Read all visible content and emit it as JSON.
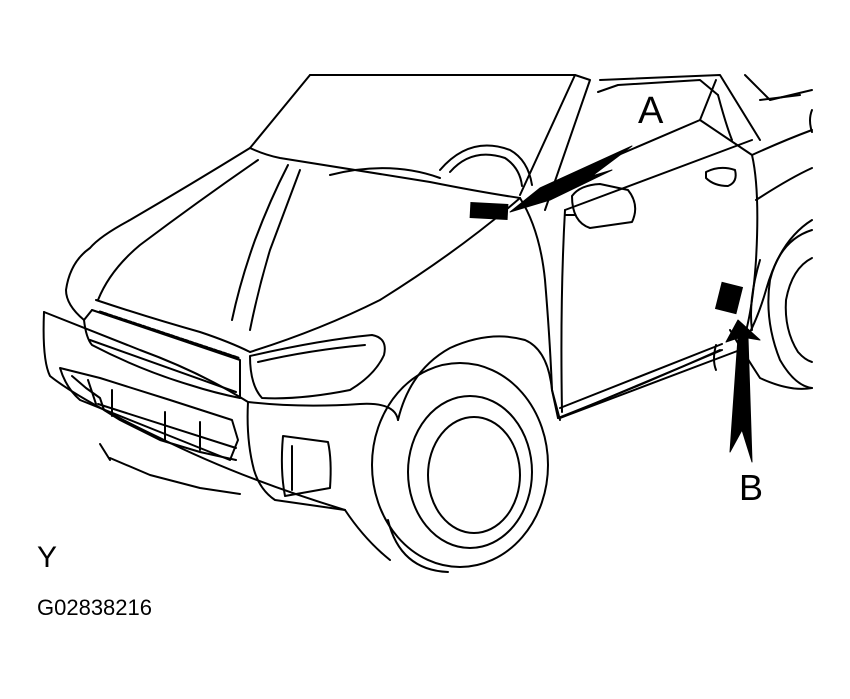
{
  "callouts": {
    "a": "A",
    "b": "B"
  },
  "view_letter": "Y",
  "figure_code": "G02838216",
  "colors": {
    "line": "#000000",
    "background": "#ffffff"
  }
}
